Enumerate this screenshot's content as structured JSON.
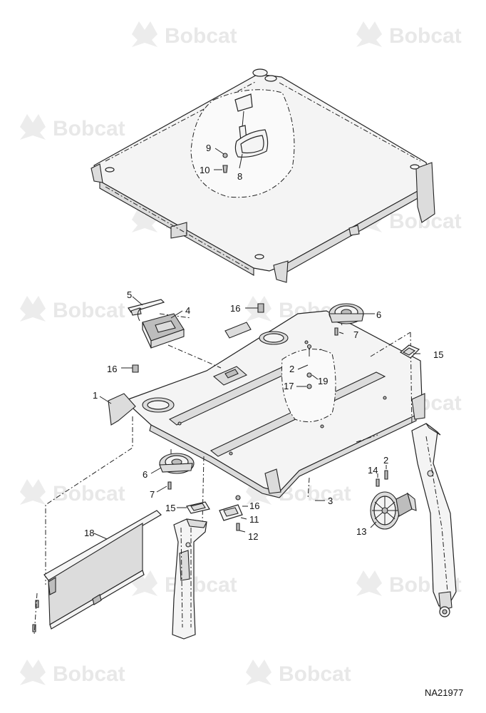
{
  "watermark": {
    "brand": "Bobcat"
  },
  "diagram_id": "NA21977",
  "callouts": {
    "c1": "1",
    "c2a": "2",
    "c2b": "2",
    "c3": "3",
    "c4": "4",
    "c5": "5",
    "c6a": "6",
    "c6b": "6",
    "c7a": "7",
    "c7b": "7",
    "c8": "8",
    "c9": "9",
    "c10": "10",
    "c11": "11",
    "c12": "12",
    "c13": "13",
    "c14": "14",
    "c15a": "15",
    "c15b": "15",
    "c16a": "16",
    "c16b": "16",
    "c16c": "16",
    "c17": "17",
    "c18": "18",
    "c19": "19"
  },
  "colors": {
    "line": "#222222",
    "watermark": "#e8e8e8",
    "background": "#ffffff"
  }
}
